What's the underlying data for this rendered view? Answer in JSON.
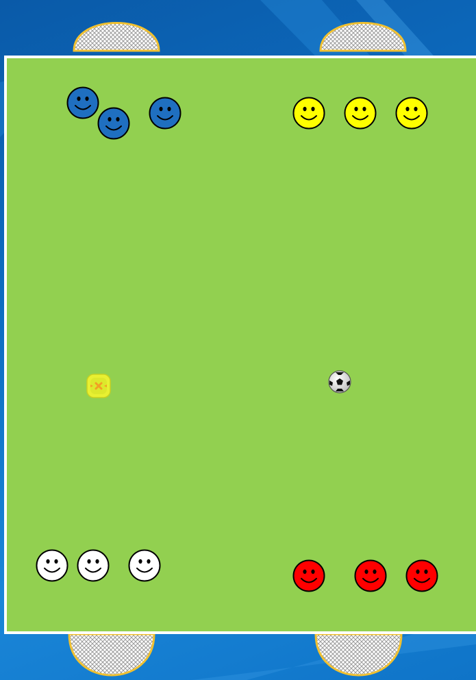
{
  "pitch": {
    "color": "#92d050",
    "line_color": "#ffffff"
  },
  "goal": {
    "rim_color": "#f0c030",
    "net_color": "#b8b8b8"
  },
  "team_colors": {
    "blue": "#1f6fc0",
    "yellow": "#ffff00",
    "white": "#ffffff",
    "red": "#ff0000"
  },
  "players": [
    {
      "team": "blue"
    },
    {
      "team": "blue"
    },
    {
      "team": "blue"
    },
    {
      "team": "yellow"
    },
    {
      "team": "yellow"
    },
    {
      "team": "yellow"
    },
    {
      "team": "white"
    },
    {
      "team": "white"
    },
    {
      "team": "white"
    },
    {
      "team": "red"
    },
    {
      "team": "red"
    },
    {
      "team": "red"
    }
  ],
  "goals": [
    "top-left",
    "top-right",
    "bottom-left",
    "bottom-right"
  ],
  "equipment": [
    {
      "icon": "cone-marker-icon",
      "color": "#e8f032"
    },
    {
      "icon": "soccer-ball-icon",
      "color": "#ffffff"
    }
  ]
}
